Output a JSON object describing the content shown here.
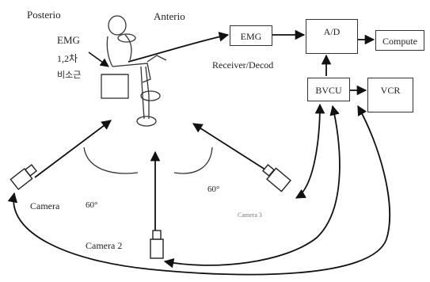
{
  "labels": {
    "posterior": "Posterio",
    "anterior": "Anterio",
    "emg_subject": "EMG",
    "emg_channels": "1,2차",
    "emg_muscle": "비소근",
    "receiver": "Receiver/Decod",
    "camera1": "Camera",
    "camera1_angle": "60°",
    "camera2": "Camera 2",
    "camera3": "Camera 3",
    "camera3_angle": "60°"
  },
  "blocks": {
    "emg": "EMG",
    "ad": "A/D",
    "computer": "Compute",
    "bvcu": "BVCU",
    "vcr": "VCR"
  }
}
